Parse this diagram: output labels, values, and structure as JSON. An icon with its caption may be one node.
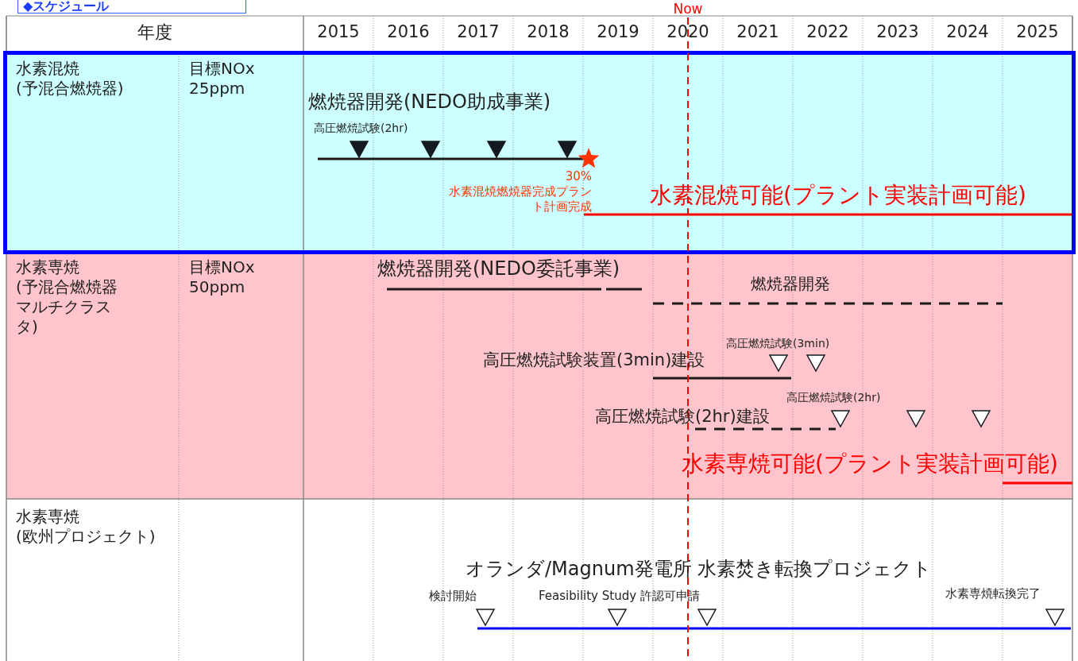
{
  "diagram": {
    "title": "◆スケジュール",
    "labels": [
      "年度",
      "2015",
      "2016",
      "2017",
      "2018",
      "2019",
      "2020",
      "2021",
      "2022",
      "2023",
      "2024",
      "2025",
      "Now",
      "水素混焼 (予混合燃焼器)",
      "目標NOx 25ppm",
      "燃焼器開発(NEDO助成事業)",
      "高圧燃焼試験(2hr)",
      "30%水素混焼燃焼器完成プラント計画完成",
      "水素混焼可能(プラント実装計画可能)",
      "水素専焼 (予混合燃焼器マルチクラスタ)",
      "目標NOx 50ppm",
      "燃焼器開発(NEDO委託事業)",
      "燃焼器開発",
      "高圧燃焼試験(3min)",
      "高圧燃焼試験装置(3min)建設",
      "高圧燃焼試験(2hr)",
      "高圧燃焼試験(2hr)建設",
      "水素専焼可能(プラント実装計画可能)",
      "水素専焼 (欧州プロジェクト)",
      "オランダ/Magnum発電所 水素焚き転換プロジェクト",
      "検討開始",
      "Feasibility Study 許認可申請",
      "水素専焼転換完了"
    ]
  }
}
